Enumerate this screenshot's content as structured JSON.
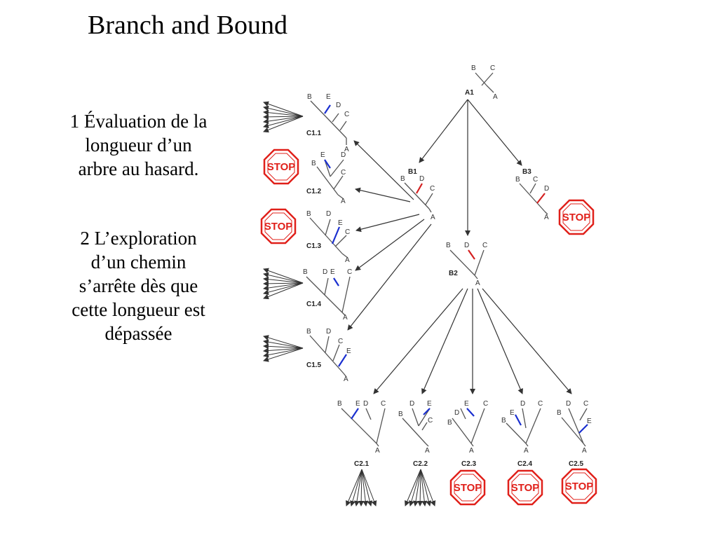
{
  "title": "Branch and Bound",
  "text": {
    "p1": [
      "1 Évaluation de la",
      "longueur d’un",
      "arbre au hasard."
    ],
    "p2": [
      "2 L’exploration",
      "d’un chemin",
      "s’arrête dès que",
      "cette longueur est",
      "dépassée"
    ]
  },
  "stop_label": "STOP",
  "colors": {
    "blue_branch": "#1a2fd0",
    "red_branch": "#d42020",
    "stop": "#e0201a",
    "arrow": "#333333"
  },
  "nodes": {
    "A1": {
      "label": "A1",
      "leaves": [
        "B",
        "C",
        "A"
      ]
    },
    "B1": {
      "label": "B1",
      "leaves": [
        "B",
        "D",
        "C",
        "A"
      ]
    },
    "B2": {
      "label": "B2",
      "leaves": [
        "B",
        "D",
        "C",
        "A"
      ]
    },
    "B3": {
      "label": "B3",
      "leaves": [
        "B",
        "C",
        "D",
        "A"
      ]
    },
    "C1_1": {
      "label": "C1.1",
      "leaves": [
        "B",
        "E",
        "D",
        "C",
        "A"
      ]
    },
    "C1_2": {
      "label": "C1.2",
      "leaves": [
        "B",
        "E",
        "D",
        "C",
        "A"
      ]
    },
    "C1_3": {
      "label": "C1.3",
      "leaves": [
        "B",
        "D",
        "E",
        "C",
        "A"
      ]
    },
    "C1_4": {
      "label": "C1.4",
      "leaves": [
        "B",
        "D",
        "E",
        "C",
        "A"
      ]
    },
    "C1_5": {
      "label": "C1.5",
      "leaves": [
        "B",
        "D",
        "C",
        "E",
        "A"
      ]
    },
    "C2_1": {
      "label": "C2.1",
      "leaves": [
        "B",
        "E",
        "D",
        "C",
        "A"
      ]
    },
    "C2_2": {
      "label": "C2.2",
      "leaves": [
        "D",
        "E",
        "B",
        "C",
        "A"
      ]
    },
    "C2_3": {
      "label": "C2.3",
      "leaves": [
        "E",
        "C",
        "D",
        "B",
        "A"
      ]
    },
    "C2_4": {
      "label": "C2.4",
      "leaves": [
        "D",
        "C",
        "E",
        "B",
        "A"
      ]
    },
    "C2_5": {
      "label": "C2.5",
      "leaves": [
        "D",
        "C",
        "B",
        "E",
        "A"
      ]
    }
  }
}
